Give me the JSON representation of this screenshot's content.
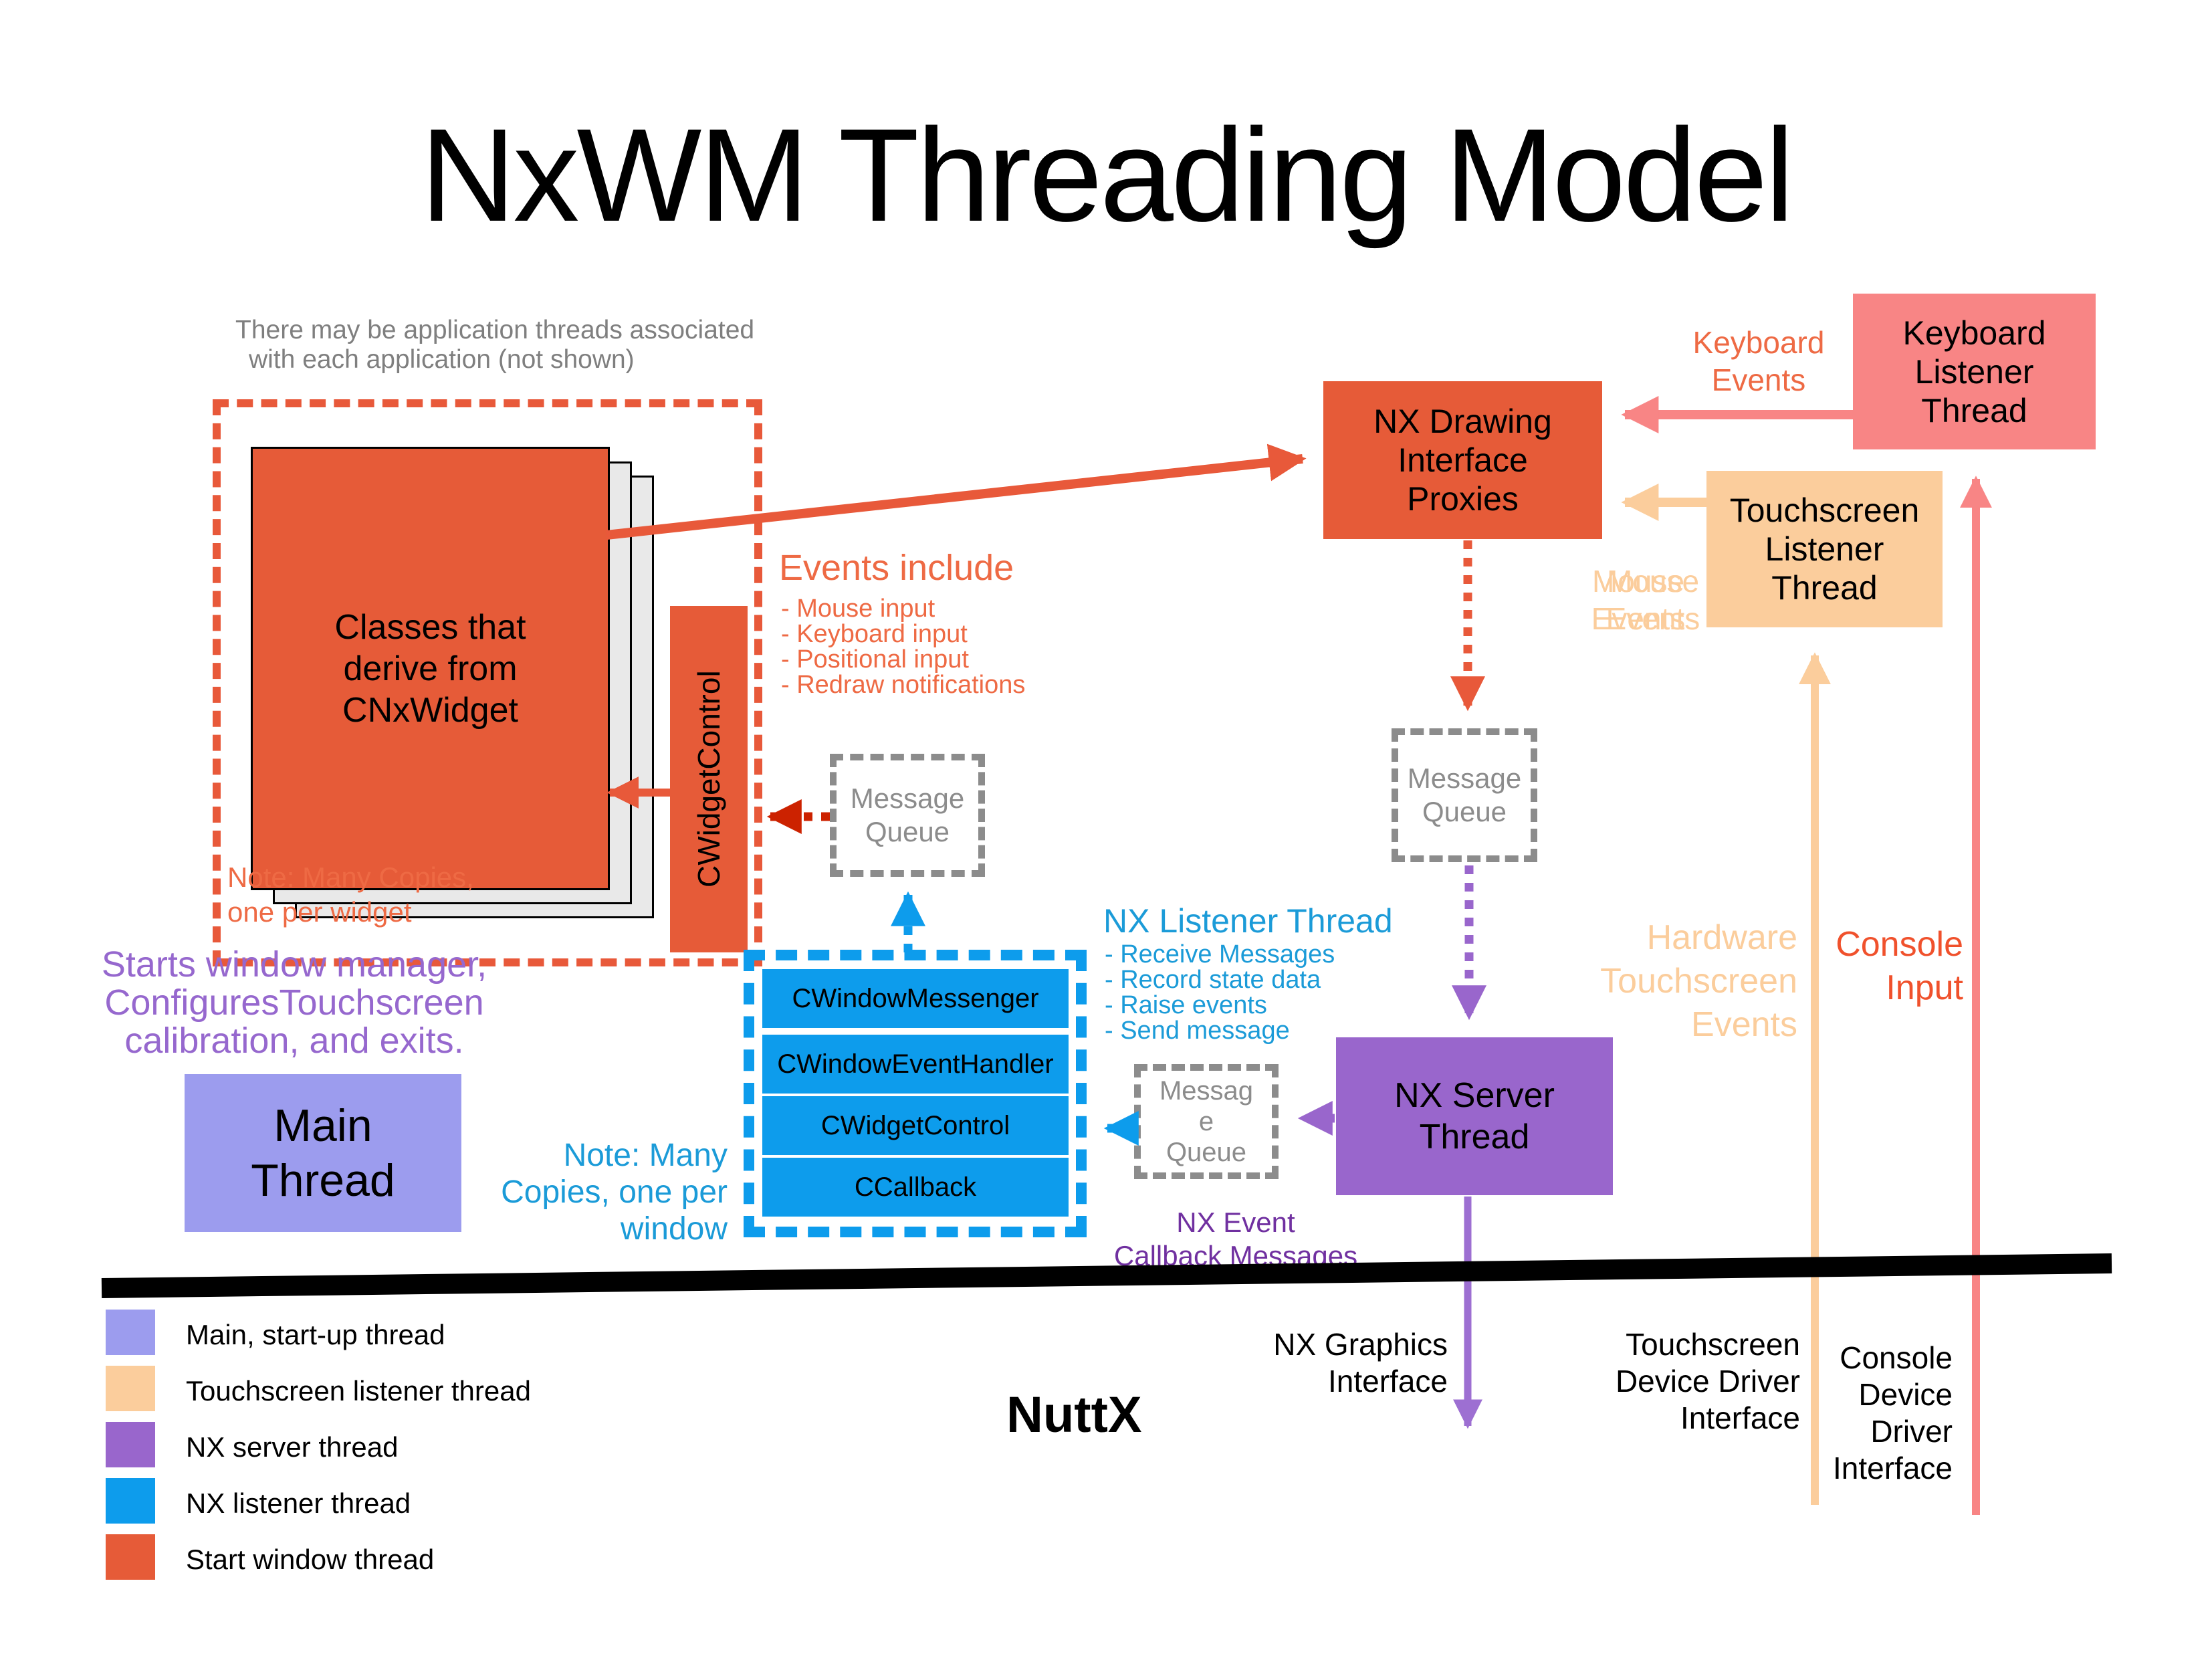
{
  "title": "NxWM Threading Model",
  "colors": {
    "start_window_thread": "#E65B38",
    "touchscreen_listener_thread": "#FBCD9C",
    "keyboard_listener_thread": "#F88585",
    "nx_server_thread": "#9966CC",
    "nx_listener_thread": "#0D9CEC",
    "main_thread": "#9C9CEE",
    "red_arrow": "#CC2200",
    "gray_queue": "#8C8C8C",
    "purple_text": "#9668CE",
    "deep_purple_text": "#7030A0",
    "blue_text": "#1B9BD8",
    "orange_text": "#EE6A44",
    "console_input_text": "#F0512C"
  },
  "notes": {
    "app_threads_line1": "There may be application threads associated",
    "app_threads_line2": "with each application (not shown)",
    "many_copies_widget_line1": "Note:  Many Copies,",
    "many_copies_widget_line2": "one per widget",
    "many_copies_window_line1": "Note:  Many",
    "many_copies_window_line2": "Copies, one per",
    "many_copies_window_line3": "window",
    "starts_wm_line1": "Starts window manager,",
    "starts_wm_line2": "ConfiguresTouchscreen",
    "starts_wm_line3": "calibration, and exits."
  },
  "boxes": {
    "classes": {
      "line1": "Classes that",
      "line2": "derive from",
      "line3": "CNxWidget"
    },
    "cwidgetcontrol_bar": "CWidgetControl",
    "nx_drawing": {
      "line1": "NX Drawing",
      "line2": "Interface",
      "line3": "Proxies"
    },
    "keyboard": {
      "line1": "Keyboard",
      "line2": "Listener",
      "line3": "Thread"
    },
    "touchscreen": {
      "line1": "Touchscreen",
      "line2": "Listener",
      "line3": "Thread"
    },
    "nx_server": {
      "line1": "NX Server",
      "line2": "Thread"
    },
    "main": {
      "line1": "Main",
      "line2": "Thread"
    },
    "listener_stack": {
      "item1": "CWindowMessenger",
      "item2": "CWindowEventHandler",
      "item3": "CWidgetControl",
      "item4": "CCallback"
    }
  },
  "message_queue": {
    "line1": "Message",
    "line2": "Queue",
    "narrow_line1": "Messag",
    "narrow_line2": "e",
    "narrow_line3": "Queue"
  },
  "events_include": {
    "heading": "Events include",
    "item1": "- Mouse input",
    "item2": "- Keyboard input",
    "item3": "- Positional input",
    "item4": "- Redraw notifications"
  },
  "nx_listener": {
    "heading": "NX Listener Thread",
    "item1": "- Receive Messages",
    "item2": "- Record state data",
    "item3": "- Raise events",
    "item4": "- Send message"
  },
  "labels": {
    "keyboard_events_line1": "Keyboard",
    "keyboard_events_line2": "Events",
    "mouse_events_line1": "Mouse",
    "mouse_events_line2": "Events",
    "hardware_ts_line1": "Hardware",
    "hardware_ts_line2": "Touchscreen",
    "hardware_ts_line3": "Events",
    "console_input_line1": "Console",
    "console_input_line2": "Input",
    "nx_event_cb_line1": "NX Event",
    "nx_event_cb_line2": "Callback Messages",
    "nuttx": "NuttX",
    "nx_graphics_line1": "NX Graphics",
    "nx_graphics_line2": "Interface",
    "ts_ddi_line1": "Touchscreen",
    "ts_ddi_line2": "Device Driver",
    "ts_ddi_line3": "Interface",
    "console_ddi_line1": "Console",
    "console_ddi_line2": "Device",
    "console_ddi_line3": "Driver",
    "console_ddi_line4": "Interface"
  },
  "legend": {
    "item1": "Main, start-up thread",
    "item2": "Touchscreen listener thread",
    "item3": "NX server thread",
    "item4": "NX listener thread",
    "item5": "Start window thread"
  }
}
